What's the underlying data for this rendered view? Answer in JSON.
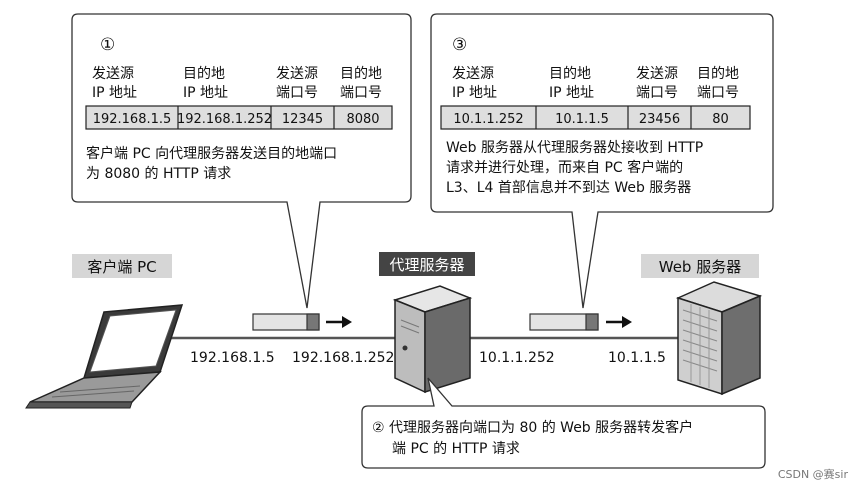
{
  "callout1": {
    "number": "①",
    "headers": [
      [
        "发送源",
        "IP 地址"
      ],
      [
        "目的地",
        "IP 地址"
      ],
      [
        "发送源",
        "端口号"
      ],
      [
        "目的地",
        "端口号"
      ]
    ],
    "values": [
      "192.168.1.5",
      "192.168.1.252",
      "12345",
      "8080"
    ],
    "description": [
      "客户端 PC 向代理服务器发送目的地端口",
      "为 8080 的 HTTP 请求"
    ]
  },
  "callout3": {
    "number": "③",
    "headers": [
      [
        "发送源",
        "IP 地址"
      ],
      [
        "目的地",
        "IP 地址"
      ],
      [
        "发送源",
        "端口号"
      ],
      [
        "目的地",
        "端口号"
      ]
    ],
    "values": [
      "10.1.1.252",
      "10.1.1.5",
      "23456",
      "80"
    ],
    "description": [
      "Web 服务器从代理服务器处接收到 HTTP",
      "请求并进行处理，而来自 PC 客户端的",
      "L3、L4 首部信息并不到达 Web 服务器"
    ]
  },
  "callout2": {
    "description": [
      "② 代理服务器向端口为 80 的 Web 服务器转发客户",
      "端 PC 的 HTTP 请求"
    ]
  },
  "nodes": {
    "client_label": "客户端 PC",
    "proxy_label": "代理服务器",
    "web_label": "Web 服务器"
  },
  "ips": {
    "client": "192.168.1.5",
    "proxy_client_side": "192.168.1.252",
    "proxy_web_side": "10.1.1.252",
    "web": "10.1.1.5"
  },
  "watermark": "CSDN @赛sir"
}
